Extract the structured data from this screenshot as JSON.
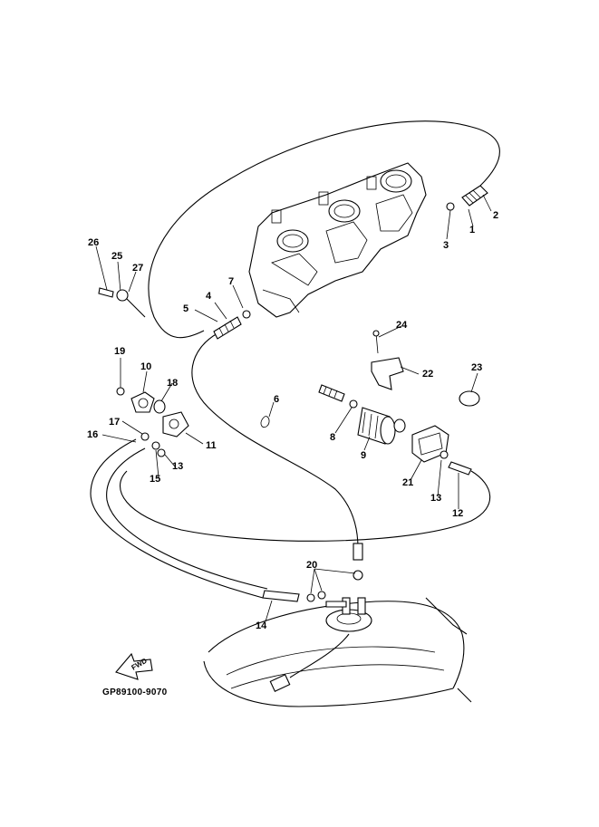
{
  "figure": {
    "code": "GP89100-9070",
    "fwd_label": "FWD"
  },
  "callouts": [
    {
      "id": "c1",
      "text": "1"
    },
    {
      "id": "c2",
      "text": "2"
    },
    {
      "id": "c3",
      "text": "3"
    },
    {
      "id": "c4",
      "text": "4"
    },
    {
      "id": "c5",
      "text": "5"
    },
    {
      "id": "c6",
      "text": "6"
    },
    {
      "id": "c7",
      "text": "7"
    },
    {
      "id": "c8",
      "text": "8"
    },
    {
      "id": "c9",
      "text": "9"
    },
    {
      "id": "c10",
      "text": "10"
    },
    {
      "id": "c11",
      "text": "11"
    },
    {
      "id": "c12",
      "text": "12"
    },
    {
      "id": "c13a",
      "text": "13"
    },
    {
      "id": "c13b",
      "text": "13"
    },
    {
      "id": "c14",
      "text": "14"
    },
    {
      "id": "c15",
      "text": "15"
    },
    {
      "id": "c16",
      "text": "16"
    },
    {
      "id": "c17",
      "text": "17"
    },
    {
      "id": "c18",
      "text": "18"
    },
    {
      "id": "c19",
      "text": "19"
    },
    {
      "id": "c20",
      "text": "20"
    },
    {
      "id": "c21",
      "text": "21"
    },
    {
      "id": "c22",
      "text": "22"
    },
    {
      "id": "c23",
      "text": "23"
    },
    {
      "id": "c24",
      "text": "24"
    },
    {
      "id": "c25",
      "text": "25"
    },
    {
      "id": "c26",
      "text": "26"
    },
    {
      "id": "c27",
      "text": "27"
    }
  ]
}
